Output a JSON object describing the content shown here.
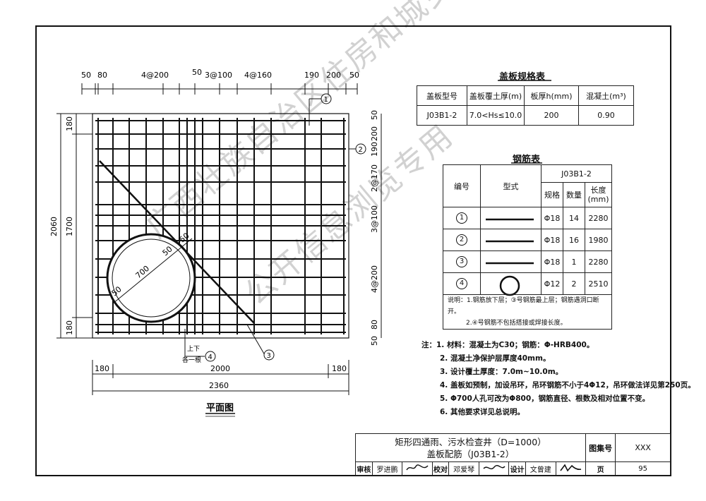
{
  "dims": {
    "top": [
      "50",
      "80",
      "4@200",
      "50",
      "3@100",
      "4@160",
      "190",
      "200",
      "50"
    ],
    "left": [
      "180",
      "1700",
      "180"
    ],
    "left_total": "2060",
    "right": [
      "50",
      "200",
      "190",
      "2@170",
      "3@100",
      "4@200",
      "80",
      "50"
    ],
    "bottom": [
      "180",
      "2000",
      "180"
    ],
    "bottom_total": "2360",
    "hole": [
      "50",
      "700",
      "50",
      "50"
    ],
    "pull_note_1": "上下",
    "pull_note_2": "各一根"
  },
  "callouts": [
    "1",
    "2",
    "3",
    "4"
  ],
  "plan_title": "平面图",
  "spec_table": {
    "title": "盖板规格表",
    "headers": [
      "盖板型号",
      "盖板覆土厚(m)",
      "板厚h(mm)",
      "混凝土(m³)"
    ],
    "row": [
      "J03B1-2",
      "7.0<Hs≤10.0",
      "200",
      "0.90"
    ]
  },
  "rebar_table": {
    "title": "钢筋表",
    "col_no": "编号",
    "col_shape": "型式",
    "group": "J03B1-2",
    "col_spec": "规格",
    "col_qty": "数量",
    "col_len": "长度\n(mm)",
    "rows": [
      {
        "no": "1",
        "spec": "Φ18",
        "qty": "14",
        "len": "2280"
      },
      {
        "no": "2",
        "spec": "Φ18",
        "qty": "16",
        "len": "1980"
      },
      {
        "no": "3",
        "spec": "Φ18",
        "qty": "1",
        "len": "2280"
      },
      {
        "no": "4",
        "spec": "Φ12",
        "qty": "2",
        "len": "2510"
      }
    ],
    "note1": "说明：1.钢筋放下层；③号钢筋最上层；钢筋遇洞口断开。",
    "note2": "2.④号钢筋不包括搭接或焊接长度。"
  },
  "notes": [
    "注：1. 材料：混凝土为C30；钢筋：Φ-HRB400。",
    "2. 混凝土净保护层厚度40mm。",
    "3. 设计覆土厚度：7.0m~10.0m。",
    "4. 盖板如预制，加设吊环，吊环钢筋不小于4Φ12，吊环做法详见第250页。",
    "5. Φ700人孔可改为Φ800，钢筋直径、根数及相对位置不变。",
    "6. 其他要求详见总说明。"
  ],
  "title_block": {
    "title1": "矩形四通雨、污水检查井（D=1000）",
    "title2": "盖板配筋（J03B1-2）",
    "atlas_label": "图集号",
    "atlas_no": "XXX",
    "page_label": "页",
    "page_no": "95",
    "review": "审核",
    "reviewer": "罗进鹏",
    "check": "校对",
    "checker": "邓爱琴",
    "design": "设计",
    "designer": "文曾建"
  },
  "watermark": {
    "line1": "广西壮族自治区住房和城乡建设厅",
    "line2": "公开信息浏览专用"
  }
}
